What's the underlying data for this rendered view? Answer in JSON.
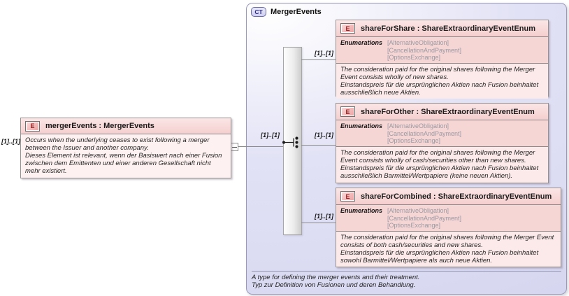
{
  "colors": {
    "element_fill": "#f6d5d5",
    "element_desc_fill": "#fceaea",
    "complex_type_fill": "#d9d9f2",
    "element_icon_text": "#9b1f1f",
    "ct_icon_text": "#2a2a80",
    "connector": "#8a8a8a"
  },
  "left_element": {
    "icon": "E",
    "title": "mergerEvents : MergerEvents",
    "cardinality": "[1]..[1]",
    "annotation_en": "Occurs when the underlying ceases to exist following a merger between the Issuer and another company.",
    "annotation_de": "Dieses Element ist relevant, wenn der Basiswert nach einer Fusion zwischen dem Emittenten und einer anderen Gesellschaft nicht mehr existiert."
  },
  "complex_type": {
    "icon": "CT",
    "title": "MergerEvents",
    "sequence_cardinality": "[1]..[1]",
    "annotation_en": "A type for defining the merger events and their treatment.",
    "annotation_de": "Typ zur Definition von Fusionen und deren Behandlung.",
    "elements": [
      {
        "icon": "E",
        "title": "shareForShare : ShareExtraordinaryEventEnum",
        "cardinality": "[1]..[1]",
        "enumerations_label": "Enumerations",
        "enumerations": [
          "[AlternativeObligation]",
          "[CancellationAndPayment]",
          "[OptionsExchange]"
        ],
        "annotation_en": "The consideration paid for the original shares following the Merger Event consists wholly of new shares.",
        "annotation_de": "Einstandspreis für die ursprünglichen Aktien nach Fusion beinhaltet ausschließlich neue Aktien."
      },
      {
        "icon": "E",
        "title": "shareForOther : ShareExtraordinaryEventEnum",
        "cardinality": "[1]..[1]",
        "enumerations_label": "Enumerations",
        "enumerations": [
          "[AlternativeObligation]",
          "[CancellationAndPayment]",
          "[OptionsExchange]"
        ],
        "annotation_en": "The consideration paid for the original shares following the Merger Event consists wholly of cash/securities other than new shares.",
        "annotation_de": "Einstandspreis für die ursprünglichen Aktien nach Fusion beinhaltet ausschließlich Barmittel/Wertpapiere (keine neuen Aktien)."
      },
      {
        "icon": "E",
        "title": "shareForCombined : ShareExtraordinaryEventEnum",
        "cardinality": "[1]..[1]",
        "enumerations_label": "Enumerations",
        "enumerations": [
          "[AlternativeObligation]",
          "[CancellationAndPayment]",
          "[OptionsExchange]"
        ],
        "annotation_en": "The consideration paid for the original shares following the Merger Event consists of both cash/securities and new shares.",
        "annotation_de": "Einstandspreis für die ursprünglichen Aktien nach Fusion beinhaltet sowohl Barmittel/Wertpapiere als auch neue Aktien."
      }
    ]
  }
}
